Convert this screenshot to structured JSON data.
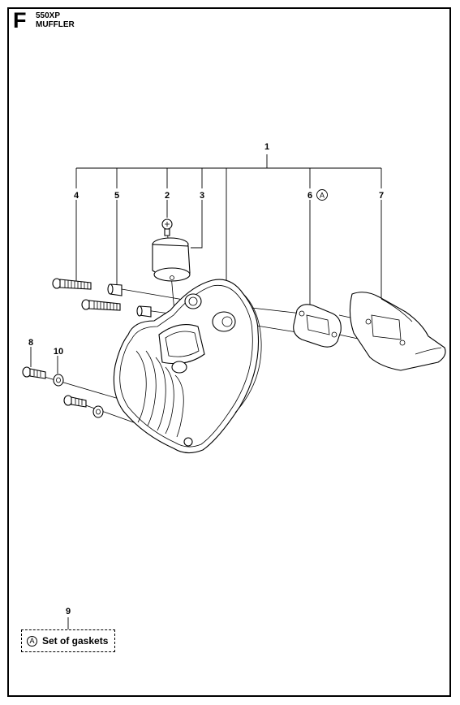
{
  "header": {
    "section_letter": "F",
    "model": "550XP",
    "title": "MUFFLER"
  },
  "callouts": {
    "c1": "1",
    "c2": "2",
    "c3": "3",
    "c4": "4",
    "c5": "5",
    "c6": "6",
    "c7": "7",
    "c8": "8",
    "c9": "9",
    "c10": "10"
  },
  "kit_marker": "A",
  "kit": {
    "marker": "A",
    "label": "Set of gaskets"
  }
}
